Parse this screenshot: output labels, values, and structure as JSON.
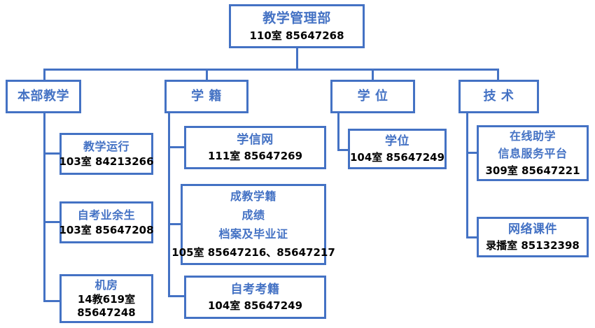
{
  "diagram": {
    "type": "organization-chart",
    "colors": {
      "border": "#4472C4",
      "title_text": "#4472C4",
      "detail_text": "#000000",
      "background": "#FFFFFF",
      "connector": "#4472C4"
    }
  },
  "root": {
    "title": "教学管理部",
    "detail": "110室  85647268"
  },
  "branches": [
    {
      "title": "本部教学",
      "children": [
        {
          "title": "教学运行",
          "lines": [
            "103室 84213266"
          ]
        },
        {
          "title": "自考业余生",
          "lines": [
            "103室 85647208"
          ]
        },
        {
          "title": "机房",
          "lines": [
            "14教619室",
            "85647248"
          ]
        }
      ]
    },
    {
      "title": "学 籍",
      "children": [
        {
          "title": "学信网",
          "lines": [
            "111室  85647269"
          ]
        },
        {
          "title": "成教学籍",
          "title2": "成绩",
          "title3": "档案及毕业证",
          "lines": [
            "105室 85647216、85647217"
          ]
        },
        {
          "title": "自考考籍",
          "lines": [
            "104室  85647249"
          ]
        }
      ]
    },
    {
      "title": "学 位",
      "children": [
        {
          "title": "学位",
          "lines": [
            "104室  85647249"
          ]
        }
      ]
    },
    {
      "title": "技 术",
      "children": [
        {
          "title": "在线助学",
          "title2": "信息服务平台",
          "lines": [
            "309室  85647221"
          ]
        },
        {
          "title": "网络课件",
          "lines": [
            "录播室  85132398"
          ]
        }
      ]
    }
  ]
}
